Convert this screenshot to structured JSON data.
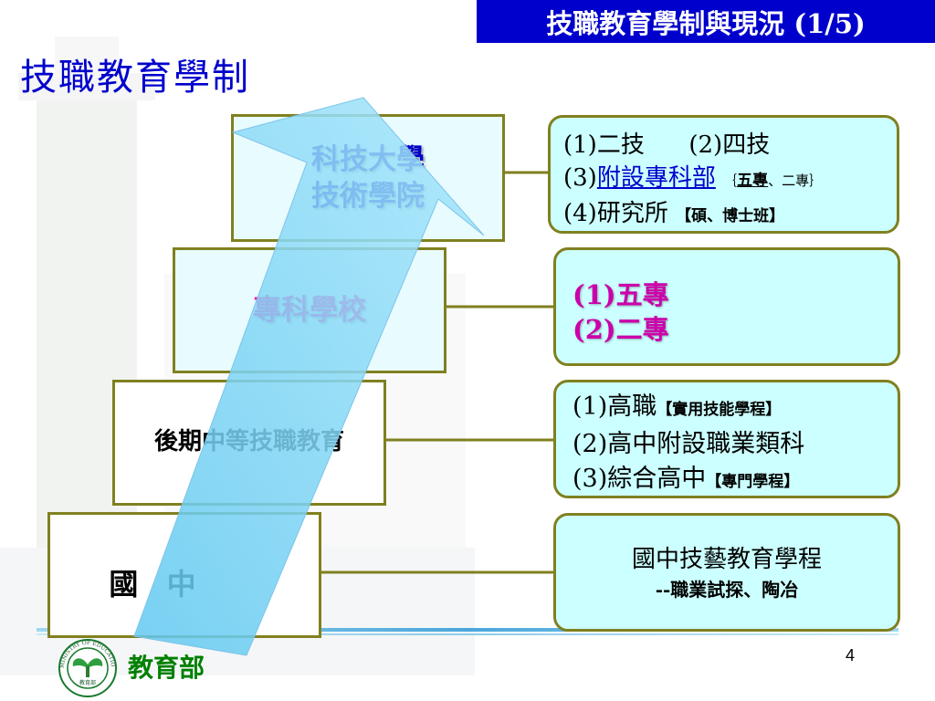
{
  "slide_title": "技職教育學制與現況 (1/5)",
  "heading": "技職教育學制",
  "levels": {
    "university": [
      "科技大學",
      "技術學院"
    ],
    "junior_college": "專科學校",
    "senior_vocational": "後期中等技職教育",
    "junior_high": "國 中"
  },
  "programs": {
    "university": {
      "line1_a": "(1)二技",
      "line1_b": "(2)四技",
      "line2_prefix": "(3)",
      "line2_main": "附設專科部",
      "line2_open": "｛",
      "line2_note_a": "五專",
      "line2_note_b": "、二專",
      "line2_close": "｝",
      "line3_main": "(4)研究所",
      "line3_note": "【碩、博士班】"
    },
    "junior_college": [
      "(1)五專",
      "(2)二專"
    ],
    "senior_vocational": {
      "line1_main": "(1)高職",
      "line1_note": "【實用技能學程】",
      "line2": "(2)高中附設職業類科",
      "line3_main": "(3)綜合高中",
      "line3_note": "【專門學程】"
    },
    "junior_high": [
      "國中技藝教育學程",
      "--職業試探、陶冶"
    ]
  },
  "footer": {
    "org_name": "教育部",
    "logo_ring_text": "MINISTRY OF EDUCATION",
    "logo_inner_text": "教育部",
    "page_number": "4"
  },
  "colors": {
    "title_bar": "#0000cc",
    "heading": "#0000cc",
    "box_border": "#808020",
    "program_box_fill": "#ccffff",
    "arrow_fill": "#80d8f8",
    "org_name": "#008000",
    "jc_label": "#ff00aa"
  }
}
